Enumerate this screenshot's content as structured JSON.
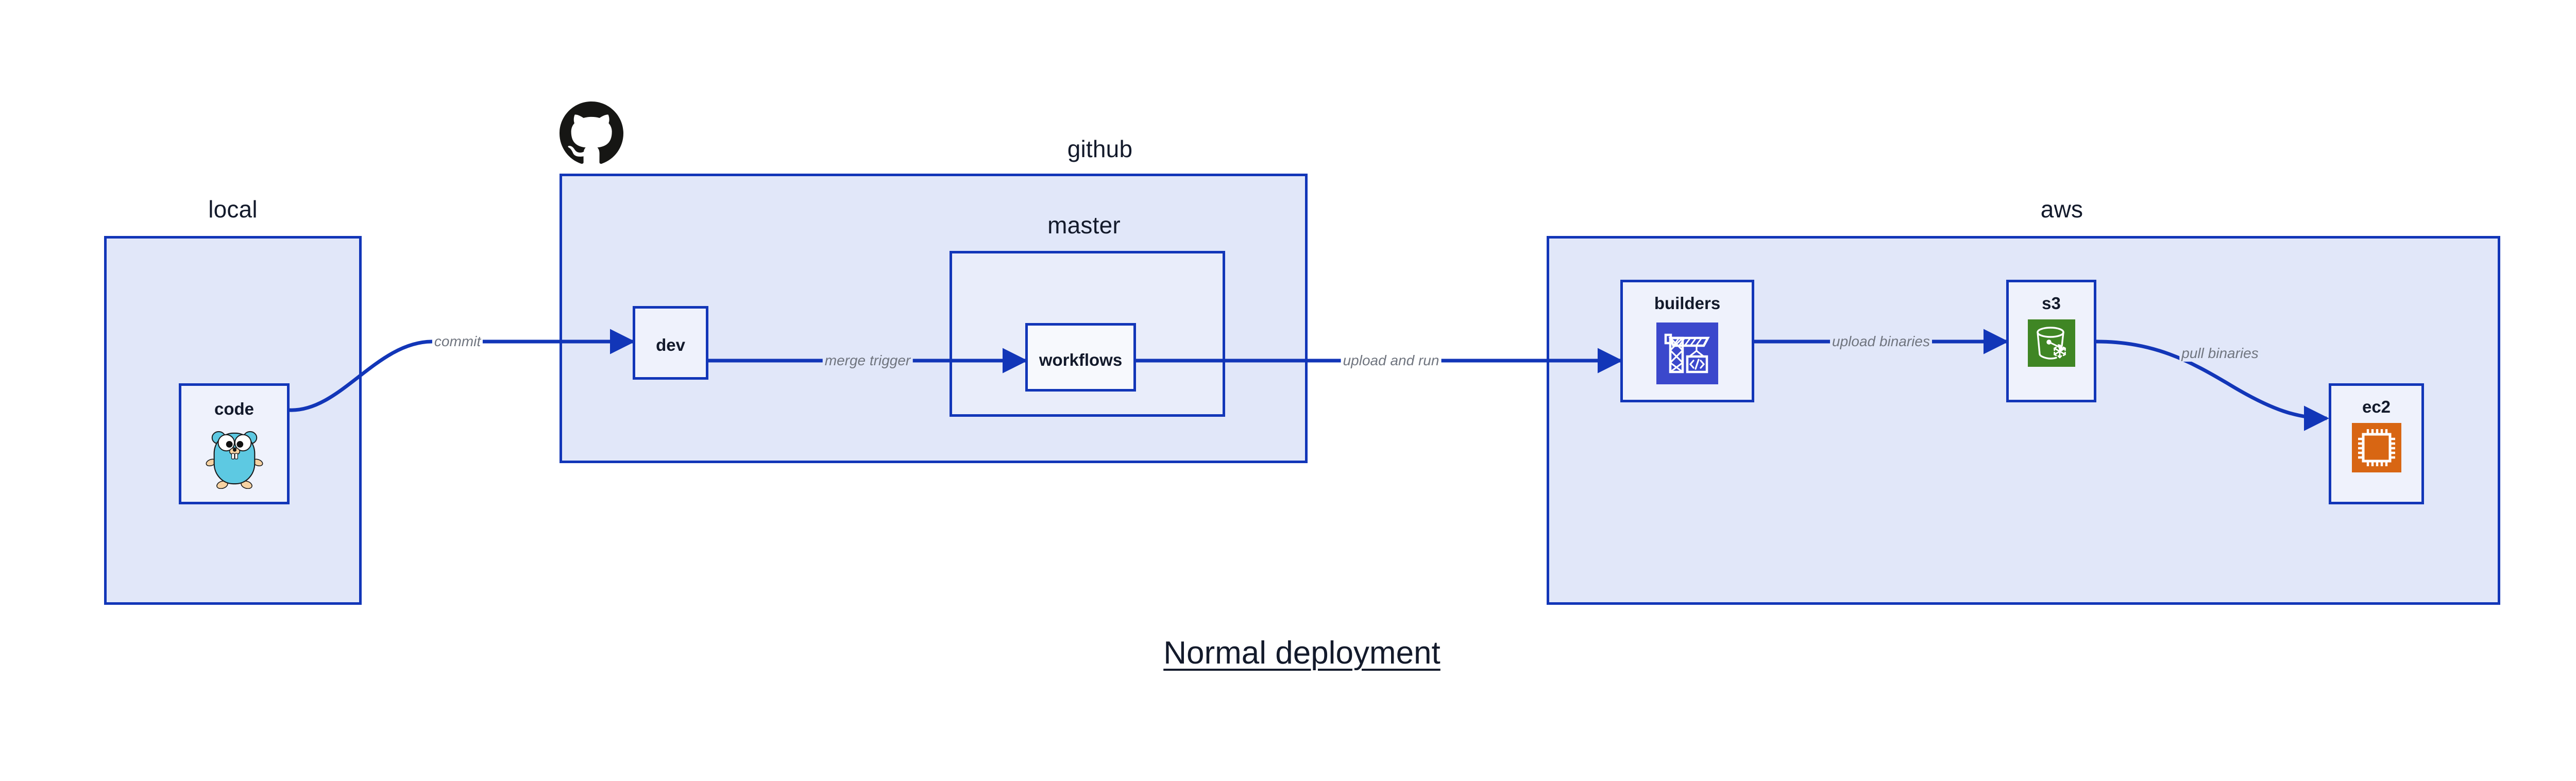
{
  "title": "Normal deployment",
  "colors": {
    "border_blue": "#1236B8",
    "group_fill": "#E1E7F9",
    "group_fill_light": "#E9EDFA",
    "node_fill": "#EFF2FC",
    "node_fill_white": "#F7F9FD",
    "edge_line": "#1236B8",
    "edge_label_text": "#70757F",
    "label_text": "#131A2B",
    "codebuild_bg": "#3B48CC",
    "s3_bg": "#3F8624",
    "ec2_bg": "#D86613",
    "gopher_body": "#5DC9E2",
    "gopher_limb": "#F6D2A2",
    "octocat": "#161614",
    "page_bg": "#FFFFFF"
  },
  "groups": [
    {
      "id": "local",
      "label": "local"
    },
    {
      "id": "github",
      "label": "github"
    },
    {
      "id": "master",
      "label": "master"
    },
    {
      "id": "aws",
      "label": "aws"
    }
  ],
  "nodes": [
    {
      "id": "code",
      "label": "code",
      "icon": "go-gopher-icon",
      "group": "local"
    },
    {
      "id": "dev",
      "label": "dev",
      "icon": null,
      "group": "github"
    },
    {
      "id": "workflows",
      "label": "workflows",
      "icon": null,
      "group": "master"
    },
    {
      "id": "builders",
      "label": "builders",
      "icon": "aws-codebuild-icon",
      "group": "aws"
    },
    {
      "id": "s3",
      "label": "s3",
      "icon": "aws-s3-icon",
      "group": "aws"
    },
    {
      "id": "ec2",
      "label": "ec2",
      "icon": "aws-ec2-icon",
      "group": "aws"
    }
  ],
  "edges": [
    {
      "id": "commit",
      "label": "commit",
      "from": "code",
      "to": "dev"
    },
    {
      "id": "merge-trigger",
      "label": "merge trigger",
      "from": "dev",
      "to": "workflows"
    },
    {
      "id": "upload-and-run",
      "label": "upload and run",
      "from": "workflows",
      "to": "builders"
    },
    {
      "id": "upload-binaries",
      "label": "upload binaries",
      "from": "builders",
      "to": "s3"
    },
    {
      "id": "pull-binaries",
      "label": "pull binaries",
      "from": "s3",
      "to": "ec2"
    }
  ],
  "logos": [
    {
      "id": "github-logo",
      "name": "github-octocat-logo"
    }
  ]
}
